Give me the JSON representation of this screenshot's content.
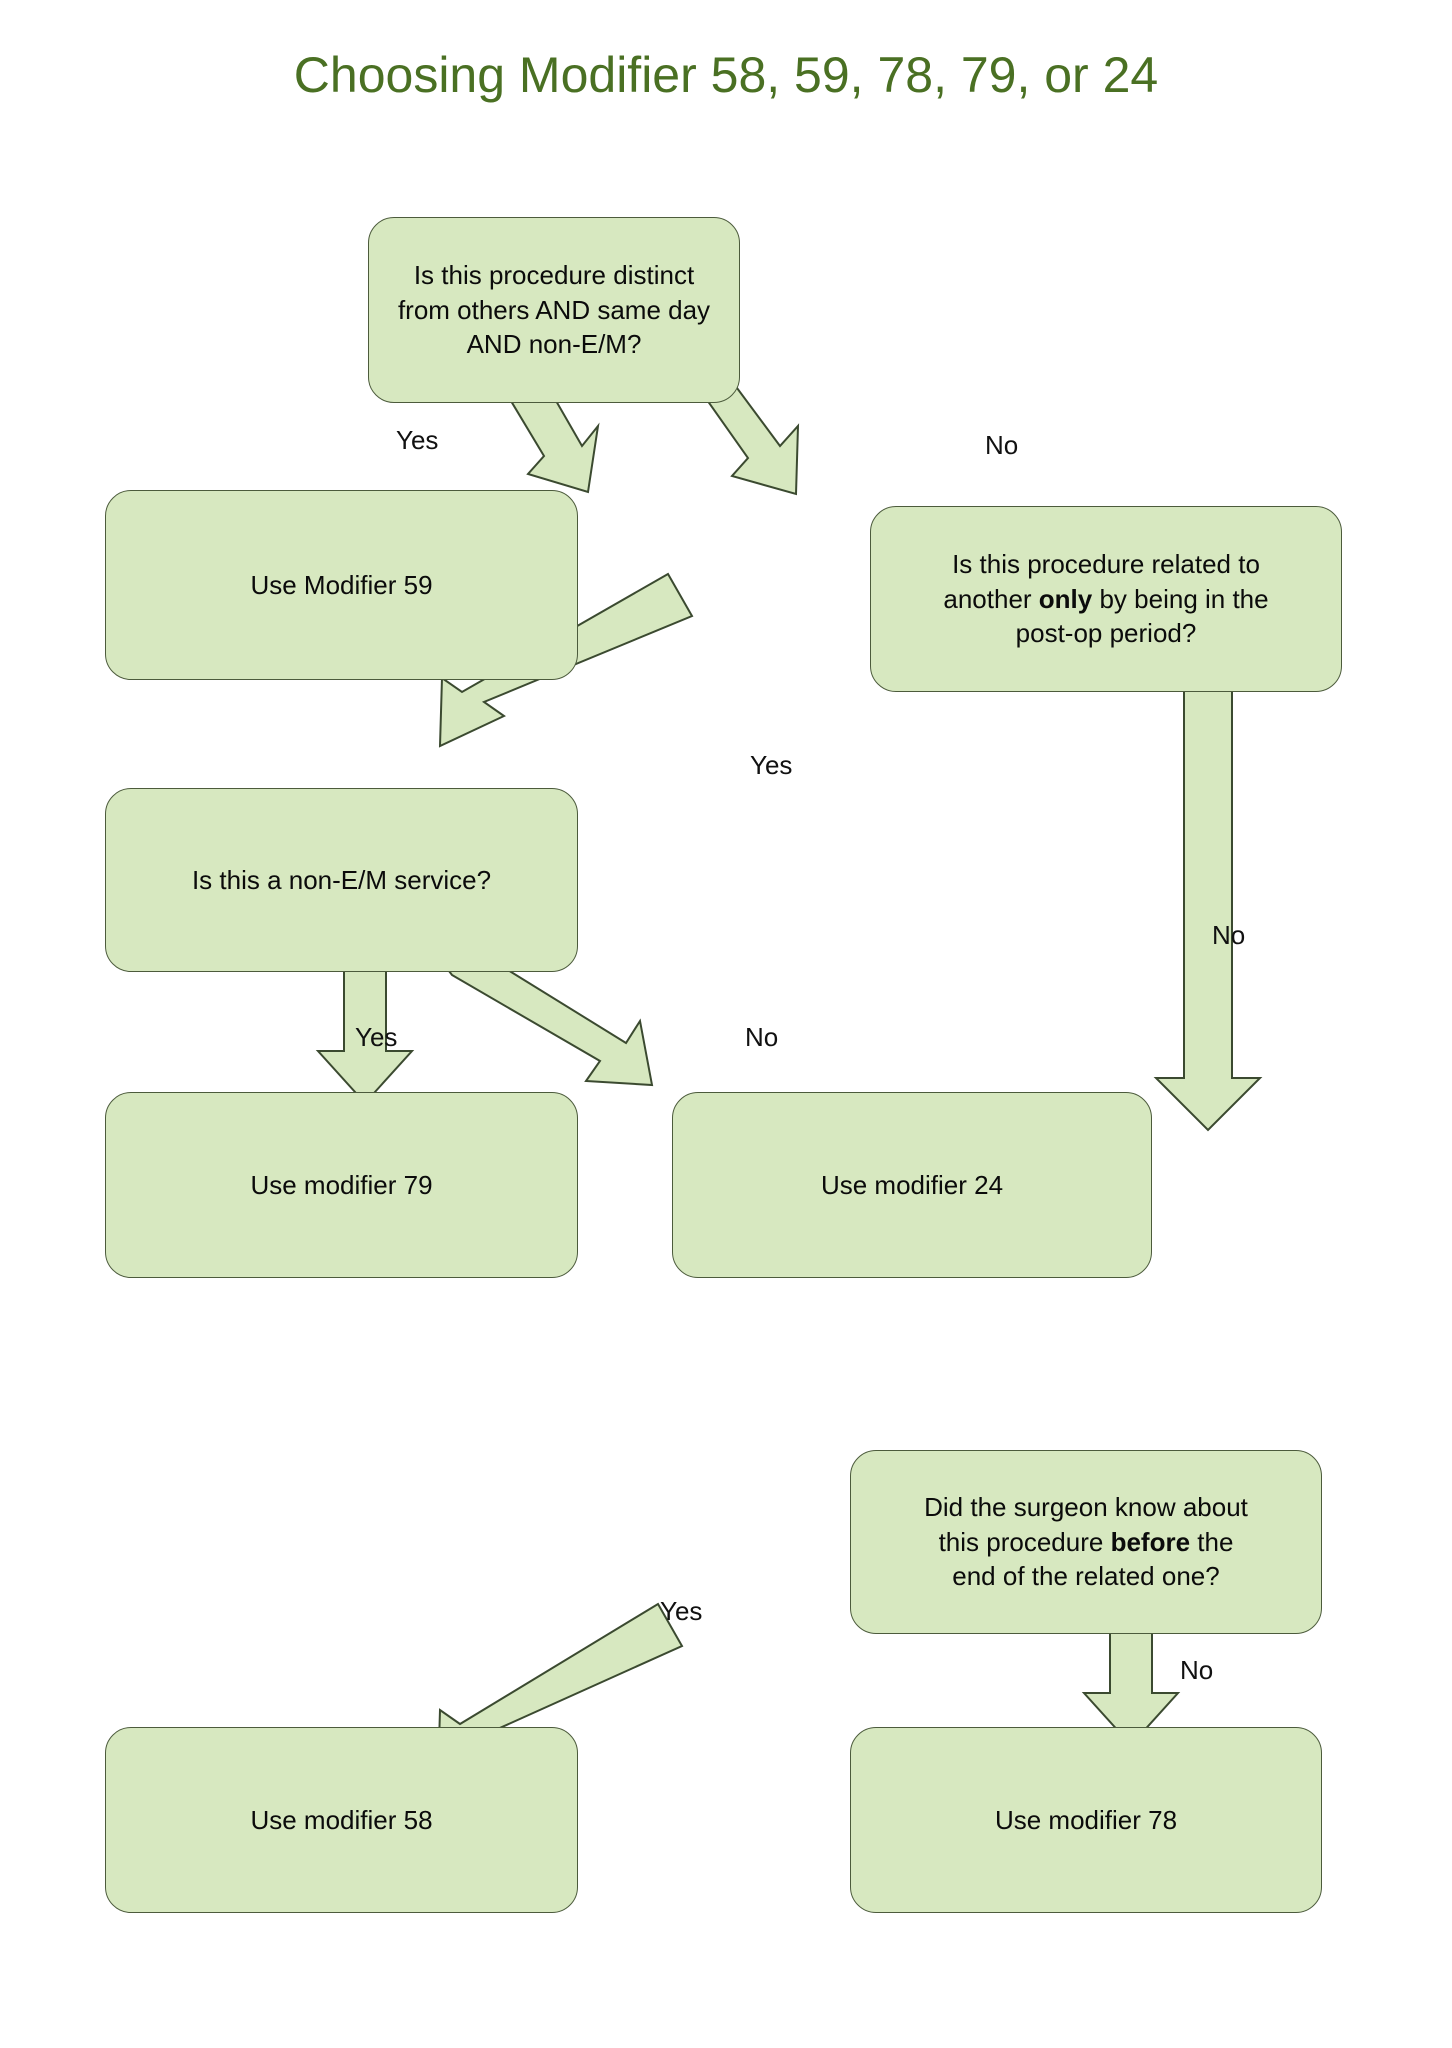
{
  "title": "Choosing Modifier 58, 59, 78, 79, or 24",
  "colors": {
    "title_green": "#4a7023",
    "node_fill": "#d7e8c0",
    "node_border": "#4c5b3c",
    "arrow_fill": "#d7e8c0",
    "arrow_border": "#3b4a30",
    "text": "#111111",
    "background": "#ffffff"
  },
  "nodes": {
    "q_distinct": {
      "id": "q-distinct",
      "kind": "decision",
      "line1": "Is this procedure distinct",
      "line2": "from others AND same day",
      "line3": "AND non-E/M?"
    },
    "a_mod59": {
      "id": "use-modifier-59",
      "kind": "outcome",
      "label": "Use Modifier 59"
    },
    "q_postop": {
      "id": "q-post-op-period",
      "kind": "decision",
      "line1_a": "Is this procedure related to",
      "line2_a": "another ",
      "line2_bold": "only",
      "line2_b": " by being in the",
      "line3": "post-op period?"
    },
    "q_nonem": {
      "id": "q-non-em-service",
      "kind": "decision",
      "label": "Is this a non-E/M service?"
    },
    "a_mod79": {
      "id": "use-modifier-79",
      "kind": "outcome",
      "label": "Use modifier 79"
    },
    "a_mod24": {
      "id": "use-modifier-24",
      "kind": "outcome",
      "label": "Use modifier 24"
    },
    "q_knew": {
      "id": "q-surgeon-knew-before",
      "kind": "decision",
      "line1": "Did the surgeon know about",
      "line2_a": "this procedure ",
      "line2_bold": "before",
      "line2_b": " the",
      "line3": "end of the related one?"
    },
    "a_mod58": {
      "id": "use-modifier-58",
      "kind": "outcome",
      "label": "Use modifier 58"
    },
    "a_mod78": {
      "id": "use-modifier-78",
      "kind": "outcome",
      "label": "Use modifier 78"
    }
  },
  "edges": {
    "distinct_yes": {
      "label": "Yes",
      "from": "q-distinct",
      "to": "use-modifier-59"
    },
    "distinct_no": {
      "label": "No",
      "from": "q-distinct",
      "to": "q-post-op-period"
    },
    "postop_yes": {
      "label": "Yes",
      "from": "q-post-op-period",
      "to": "q-non-em-service"
    },
    "postop_no": {
      "label": "No",
      "from": "q-post-op-period",
      "to": "q-surgeon-knew-before"
    },
    "nonem_yes": {
      "label": "Yes",
      "from": "q-non-em-service",
      "to": "use-modifier-79"
    },
    "nonem_no": {
      "label": "No",
      "from": "q-non-em-service",
      "to": "use-modifier-24"
    },
    "knew_yes": {
      "label": "Yes",
      "from": "q-surgeon-knew-before",
      "to": "use-modifier-58"
    },
    "knew_no": {
      "label": "No",
      "from": "q-surgeon-knew-before",
      "to": "use-modifier-78"
    }
  }
}
